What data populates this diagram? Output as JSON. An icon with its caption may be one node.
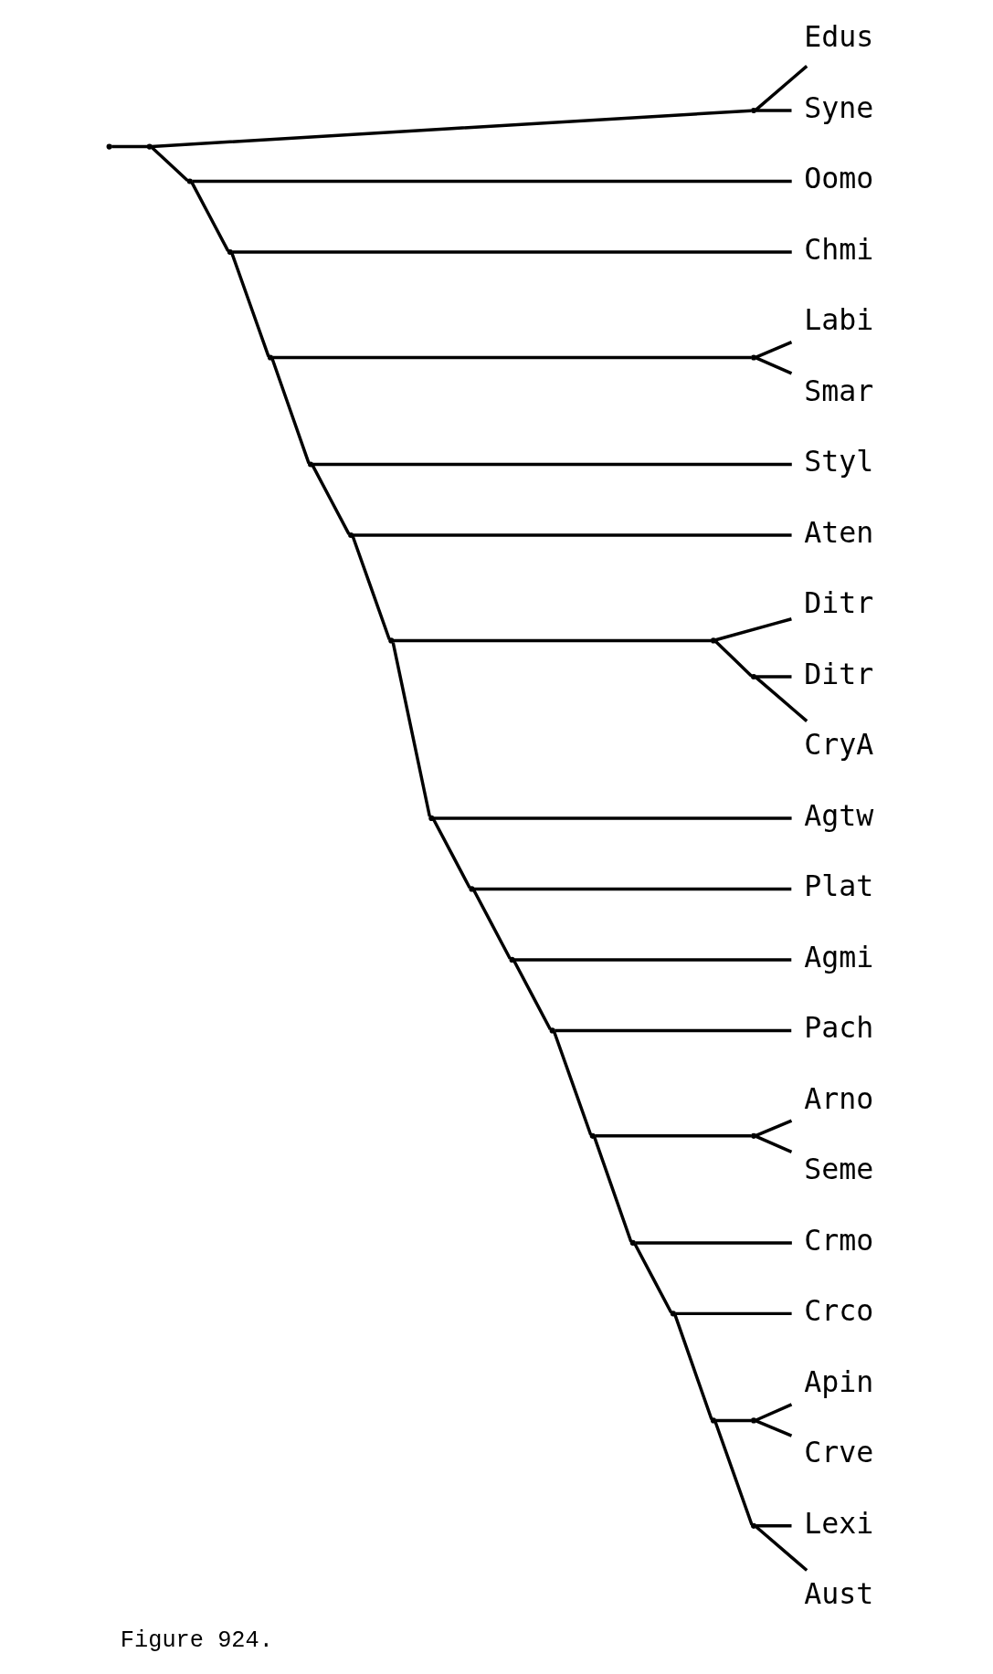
{
  "diagram": {
    "caption": "Figure 924.",
    "nodes": [
      {
        "text": [
          "Edus"
        ]
      },
      {
        "text": [
          "Syne"
        ]
      },
      {
        "text": [
          "Oomo"
        ]
      },
      {
        "text": [
          "Chmi"
        ]
      },
      {
        "text": [
          "Labi"
        ]
      },
      {
        "text": [
          "Smar"
        ]
      },
      {
        "text": [
          "Styl"
        ]
      },
      {
        "text": [
          "Aten"
        ]
      },
      {
        "text": [
          "Ditr"
        ]
      },
      {
        "text": [
          "CryA"
        ]
      },
      {
        "text": [
          "Ditr"
        ]
      },
      {
        "text": [
          "Agtw"
        ]
      },
      {
        "text": [
          "Plat"
        ]
      },
      {
        "text": [
          "Agmi"
        ]
      },
      {
        "text": [
          "Pach"
        ]
      },
      {
        "text": [
          "Arno"
        ]
      },
      {
        "text": [
          "Seme"
        ]
      },
      {
        "text": [
          "Crmo"
        ]
      },
      {
        "text": [
          "Crco"
        ]
      },
      {
        "text": [
          "Apin"
        ]
      },
      {
        "text": [
          "Crve"
        ]
      },
      {
        "text": [
          "Lexi"
        ]
      },
      {
        "text": [
          "Aust"
        ]
      },
      {
        "text": [],
        "shape": "point"
      },
      {
        "text": [],
        "shape": "point"
      },
      {
        "text": [],
        "shape": "point"
      },
      {
        "text": [],
        "shape": "point"
      },
      {
        "text": [],
        "shape": "point"
      },
      {
        "text": [],
        "shape": "point"
      },
      {
        "text": [],
        "shape": "point"
      },
      {
        "text": [],
        "shape": "point"
      },
      {
        "text": [],
        "shape": "point"
      },
      {
        "text": [],
        "shape": "point"
      },
      {
        "text": [],
        "shape": "point"
      },
      {
        "text": [],
        "shape": "point"
      },
      {
        "text": [],
        "shape": "point"
      },
      {
        "text": [],
        "shape": "point"
      },
      {
        "text": [],
        "shape": "point"
      },
      {
        "text": [],
        "shape": "point"
      },
      {
        "text": [],
        "shape": "point"
      },
      {
        "text": [],
        "shape": "point"
      },
      {
        "text": [],
        "shape": "point"
      },
      {
        "text": [],
        "shape": "point"
      },
      {
        "text": [],
        "shape": "point"
      },
      {
        "text": [],
        "shape": "point"
      },
      {
        "text": [],
        "shape": "point"
      }
    ],
    "edges": [
      {
        "from": 23,
        "to": 24,
        "arrow": "none"
      },
      {
        "from": 24,
        "to": 25,
        "arrow": "none"
      },
      {
        "from": 25,
        "to": 0,
        "arrow": "none"
      },
      {
        "from": 25,
        "to": 1,
        "arrow": "none"
      },
      {
        "from": 24,
        "to": 26,
        "arrow": "none"
      },
      {
        "from": 26,
        "to": 2,
        "arrow": "none"
      },
      {
        "from": 26,
        "to": 27,
        "arrow": "none"
      },
      {
        "from": 27,
        "to": 3,
        "arrow": "none"
      },
      {
        "from": 27,
        "to": 28,
        "arrow": "none"
      },
      {
        "from": 28,
        "to": 29,
        "arrow": "none"
      },
      {
        "from": 29,
        "to": 4,
        "arrow": "none"
      },
      {
        "from": 29,
        "to": 5,
        "arrow": "none"
      },
      {
        "from": 28,
        "to": 30,
        "arrow": "none"
      },
      {
        "from": 30,
        "to": 6,
        "arrow": "none"
      },
      {
        "from": 30,
        "to": 31,
        "arrow": "none"
      },
      {
        "from": 31,
        "to": 7,
        "arrow": "none"
      },
      {
        "from": 31,
        "to": 32,
        "arrow": "none"
      },
      {
        "from": 32,
        "to": 33,
        "arrow": "none"
      },
      {
        "from": 33,
        "to": 34,
        "arrow": "none"
      },
      {
        "from": 34,
        "to": 8,
        "arrow": "none"
      },
      {
        "from": 34,
        "to": 9,
        "arrow": "none"
      },
      {
        "from": 33,
        "to": 10,
        "arrow": "none"
      },
      {
        "from": 32,
        "to": 35,
        "arrow": "none"
      },
      {
        "from": 35,
        "to": 11,
        "arrow": "none"
      },
      {
        "from": 35,
        "to": 36,
        "arrow": "none"
      },
      {
        "from": 36,
        "to": 12,
        "arrow": "none"
      },
      {
        "from": 36,
        "to": 37,
        "arrow": "none"
      },
      {
        "from": 37,
        "to": 13,
        "arrow": "none"
      },
      {
        "from": 37,
        "to": 38,
        "arrow": "none"
      },
      {
        "from": 38,
        "to": 14,
        "arrow": "none"
      },
      {
        "from": 38,
        "to": 39,
        "arrow": "none"
      },
      {
        "from": 39,
        "to": 40,
        "arrow": "none"
      },
      {
        "from": 40,
        "to": 15,
        "arrow": "none"
      },
      {
        "from": 40,
        "to": 16,
        "arrow": "none"
      },
      {
        "from": 39,
        "to": 41,
        "arrow": "none"
      },
      {
        "from": 41,
        "to": 17,
        "arrow": "none"
      },
      {
        "from": 41,
        "to": 42,
        "arrow": "none"
      },
      {
        "from": 42,
        "to": 18,
        "arrow": "none"
      },
      {
        "from": 42,
        "to": 43,
        "arrow": "none"
      },
      {
        "from": 43,
        "to": 44,
        "arrow": "none"
      },
      {
        "from": 44,
        "to": 19,
        "arrow": "none"
      },
      {
        "from": 44,
        "to": 20,
        "arrow": "none"
      },
      {
        "from": 43,
        "to": 45,
        "arrow": "none"
      },
      {
        "from": 45,
        "to": 21,
        "arrow": "none"
      },
      {
        "from": 45,
        "to": 22,
        "arrow": "none"
      }
    ]
  }
}
